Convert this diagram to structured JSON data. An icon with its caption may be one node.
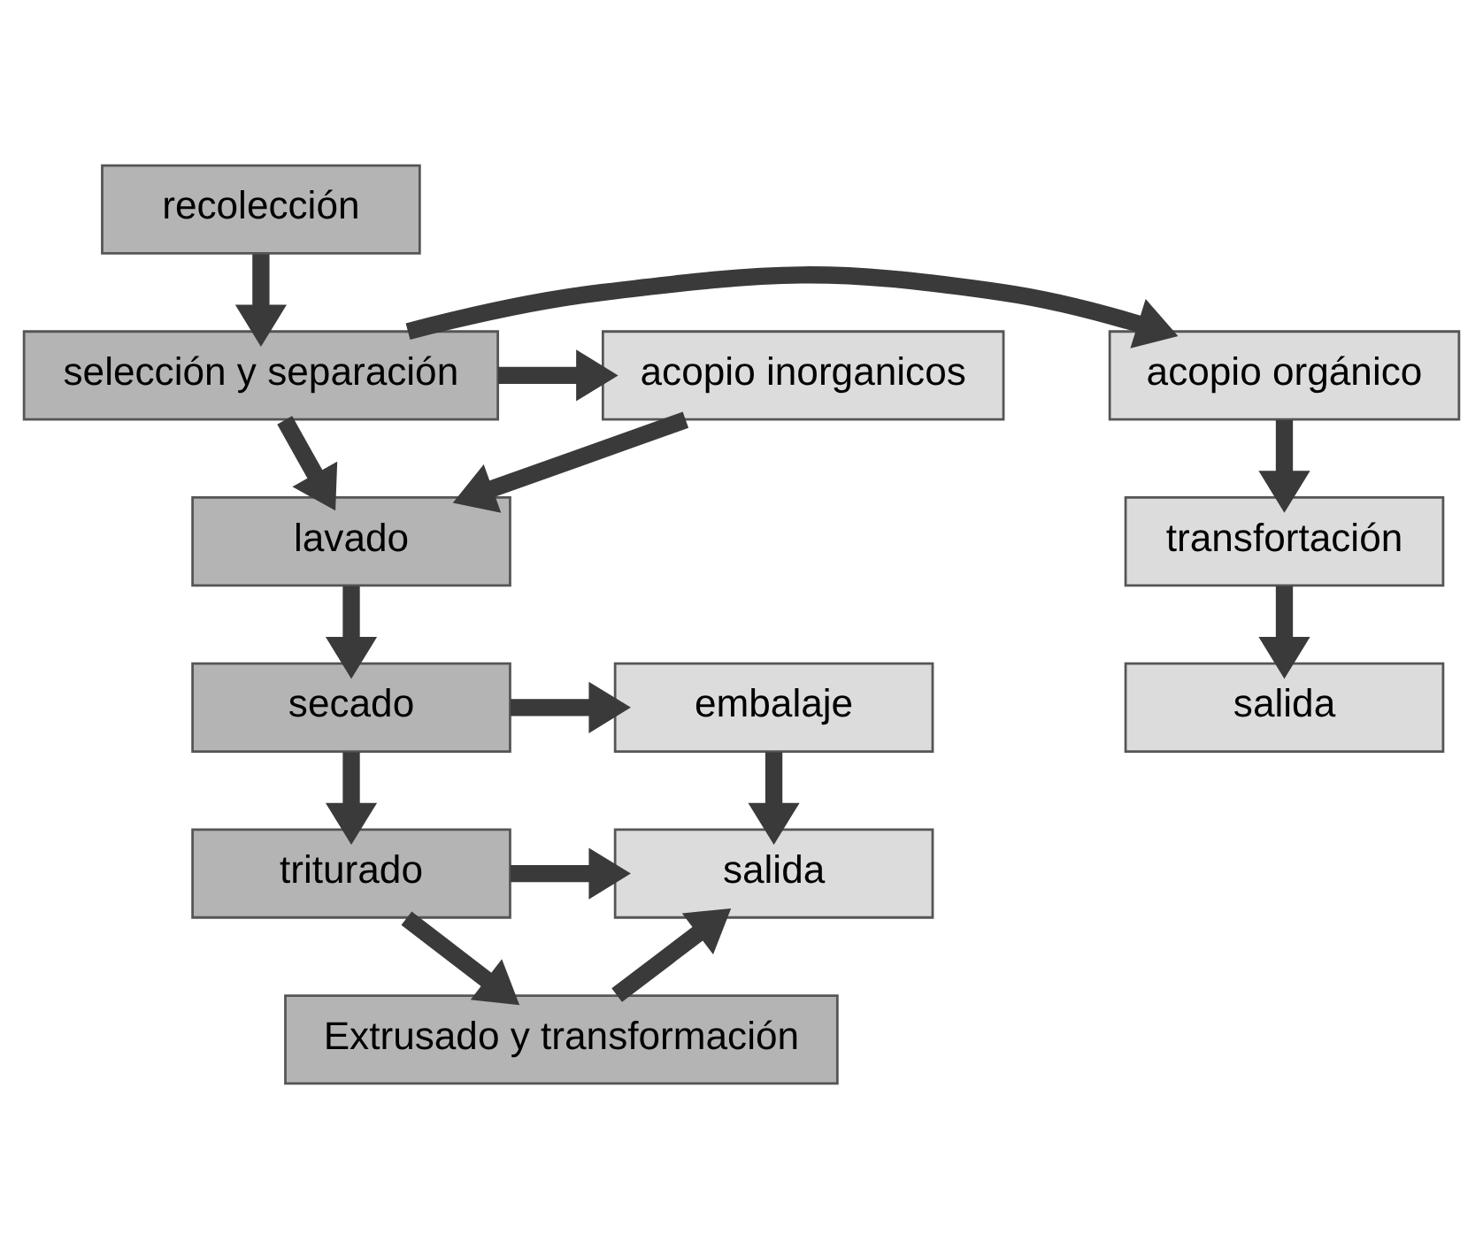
{
  "diagram": {
    "nodes": [
      {
        "text": [
          "recolección"
        ]
      },
      {
        "text": [
          "selección y separación"
        ]
      },
      {
        "text": [
          "acopio orgánico"
        ]
      },
      {
        "text": [
          "acopio inorganicos"
        ]
      },
      {
        "text": [
          "transfortación"
        ]
      },
      {
        "text": [
          "salida"
        ]
      },
      {
        "text": [
          "lavado"
        ]
      },
      {
        "text": [
          "secado"
        ]
      },
      {
        "text": [
          "embalaje"
        ]
      },
      {
        "text": [
          "triturado"
        ]
      },
      {
        "text": [
          "salida"
        ]
      },
      {
        "text": [
          "Extrusado y transformación"
        ]
      }
    ],
    "edges": [
      {
        "from": 0,
        "to": 1,
        "arrow": "to"
      },
      {
        "from": 1,
        "to": 2,
        "arrow": "to"
      },
      {
        "from": 1,
        "to": 3,
        "arrow": "to"
      },
      {
        "from": 1,
        "to": 6,
        "arrow": "to"
      },
      {
        "from": 2,
        "to": 4,
        "arrow": "to"
      },
      {
        "from": 4,
        "to": 5,
        "arrow": "to"
      },
      {
        "from": 3,
        "to": 6,
        "arrow": "to"
      },
      {
        "from": 6,
        "to": 7,
        "arrow": "to"
      },
      {
        "from": 7,
        "to": 8,
        "arrow": "to"
      },
      {
        "from": 7,
        "to": 9,
        "arrow": "to"
      },
      {
        "from": 8,
        "to": 10,
        "arrow": "to"
      },
      {
        "from": 9,
        "to": 10,
        "arrow": "to"
      },
      {
        "from": 9,
        "to": 11,
        "arrow": "to"
      },
      {
        "from": 11,
        "to": 10,
        "arrow": "to"
      }
    ]
  }
}
